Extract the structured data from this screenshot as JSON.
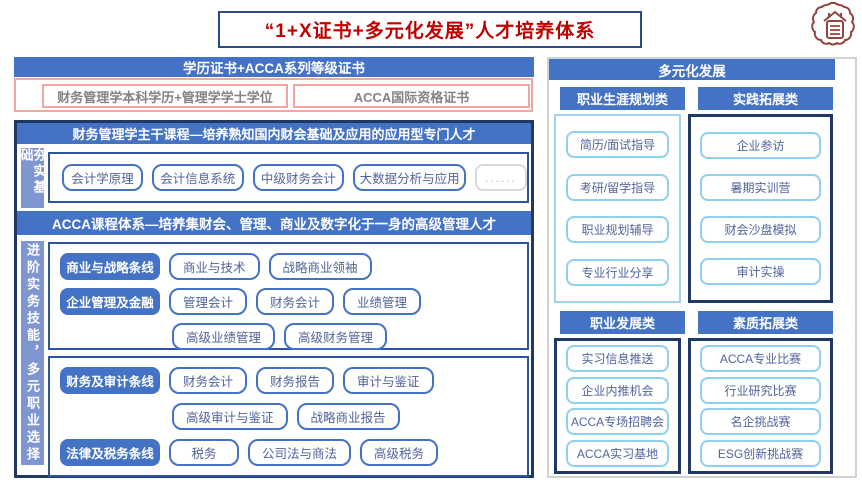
{
  "title": "“1+X证书+多元化发展”人才培养体系",
  "logo_icon": "university-seal-icon",
  "colors": {
    "accent_blue": "#4472C4",
    "navy_border": "#1F3864",
    "periwinkle": "#8096D0",
    "pink_border": "#F0A6A1",
    "cyan_border": "#8FD0EE",
    "title_red": "#BF0000",
    "gray_border": "#D2D2D2"
  },
  "left": {
    "cert_header": "学历证书+ACCA系列等级证书",
    "certs": [
      "财务管理学本科学历+管理学学士学位",
      "ACCA国际资格证书"
    ],
    "foundation_header": "财务管理学主干课程—培养熟知国内财会基础及应用的应用型专门人才",
    "foundation_side": "夯实基础",
    "foundation_courses": [
      "会计学原理",
      "会计信息系统",
      "中级财务会计",
      "大数据分析与应用"
    ],
    "foundation_more": "......",
    "acca_header": "ACCA课程体系—培养集财会、管理、商业及数字化于一身的高级管理人才",
    "acca_side": "进阶实务技能，多元职业选择",
    "tracks": {
      "business_strategy": {
        "label": "商业与战略条线",
        "courses": [
          "商业与技术",
          "战略商业领袖"
        ]
      },
      "management_finance": {
        "label": "企业管理及金融",
        "courses": [
          "管理会计",
          "财务会计",
          "业绩管理"
        ],
        "advanced": [
          "高级业绩管理",
          "高级财务管理"
        ]
      },
      "finance_audit": {
        "label": "财务及审计条线",
        "courses": [
          "财务会计",
          "财务报告",
          "审计与鉴证"
        ],
        "advanced": [
          "高级审计与鉴证",
          "战略商业报告"
        ]
      },
      "law_tax": {
        "label": "法律及税务条线",
        "courses": [
          "税务",
          "公司法与商法",
          "高级税务"
        ]
      }
    }
  },
  "right": {
    "header": "多元化发展",
    "groups": [
      {
        "label": "职业生涯规划类",
        "items": [
          "简历/面试指导",
          "考研/留学指导",
          "职业规划辅导",
          "专业行业分享"
        ]
      },
      {
        "label": "实践拓展类",
        "items": [
          "企业参访",
          "暑期实训营",
          "财会沙盘模拟",
          "审计实操"
        ]
      },
      {
        "label": "职业发展类",
        "items": [
          "实习信息推送",
          "企业内推机会",
          "ACCA专场招聘会",
          "ACCA实习基地"
        ]
      },
      {
        "label": "素质拓展类",
        "items": [
          "ACCA专业比赛",
          "行业研究比赛",
          "名企挑战赛",
          "ESG创新挑战赛"
        ]
      }
    ]
  }
}
